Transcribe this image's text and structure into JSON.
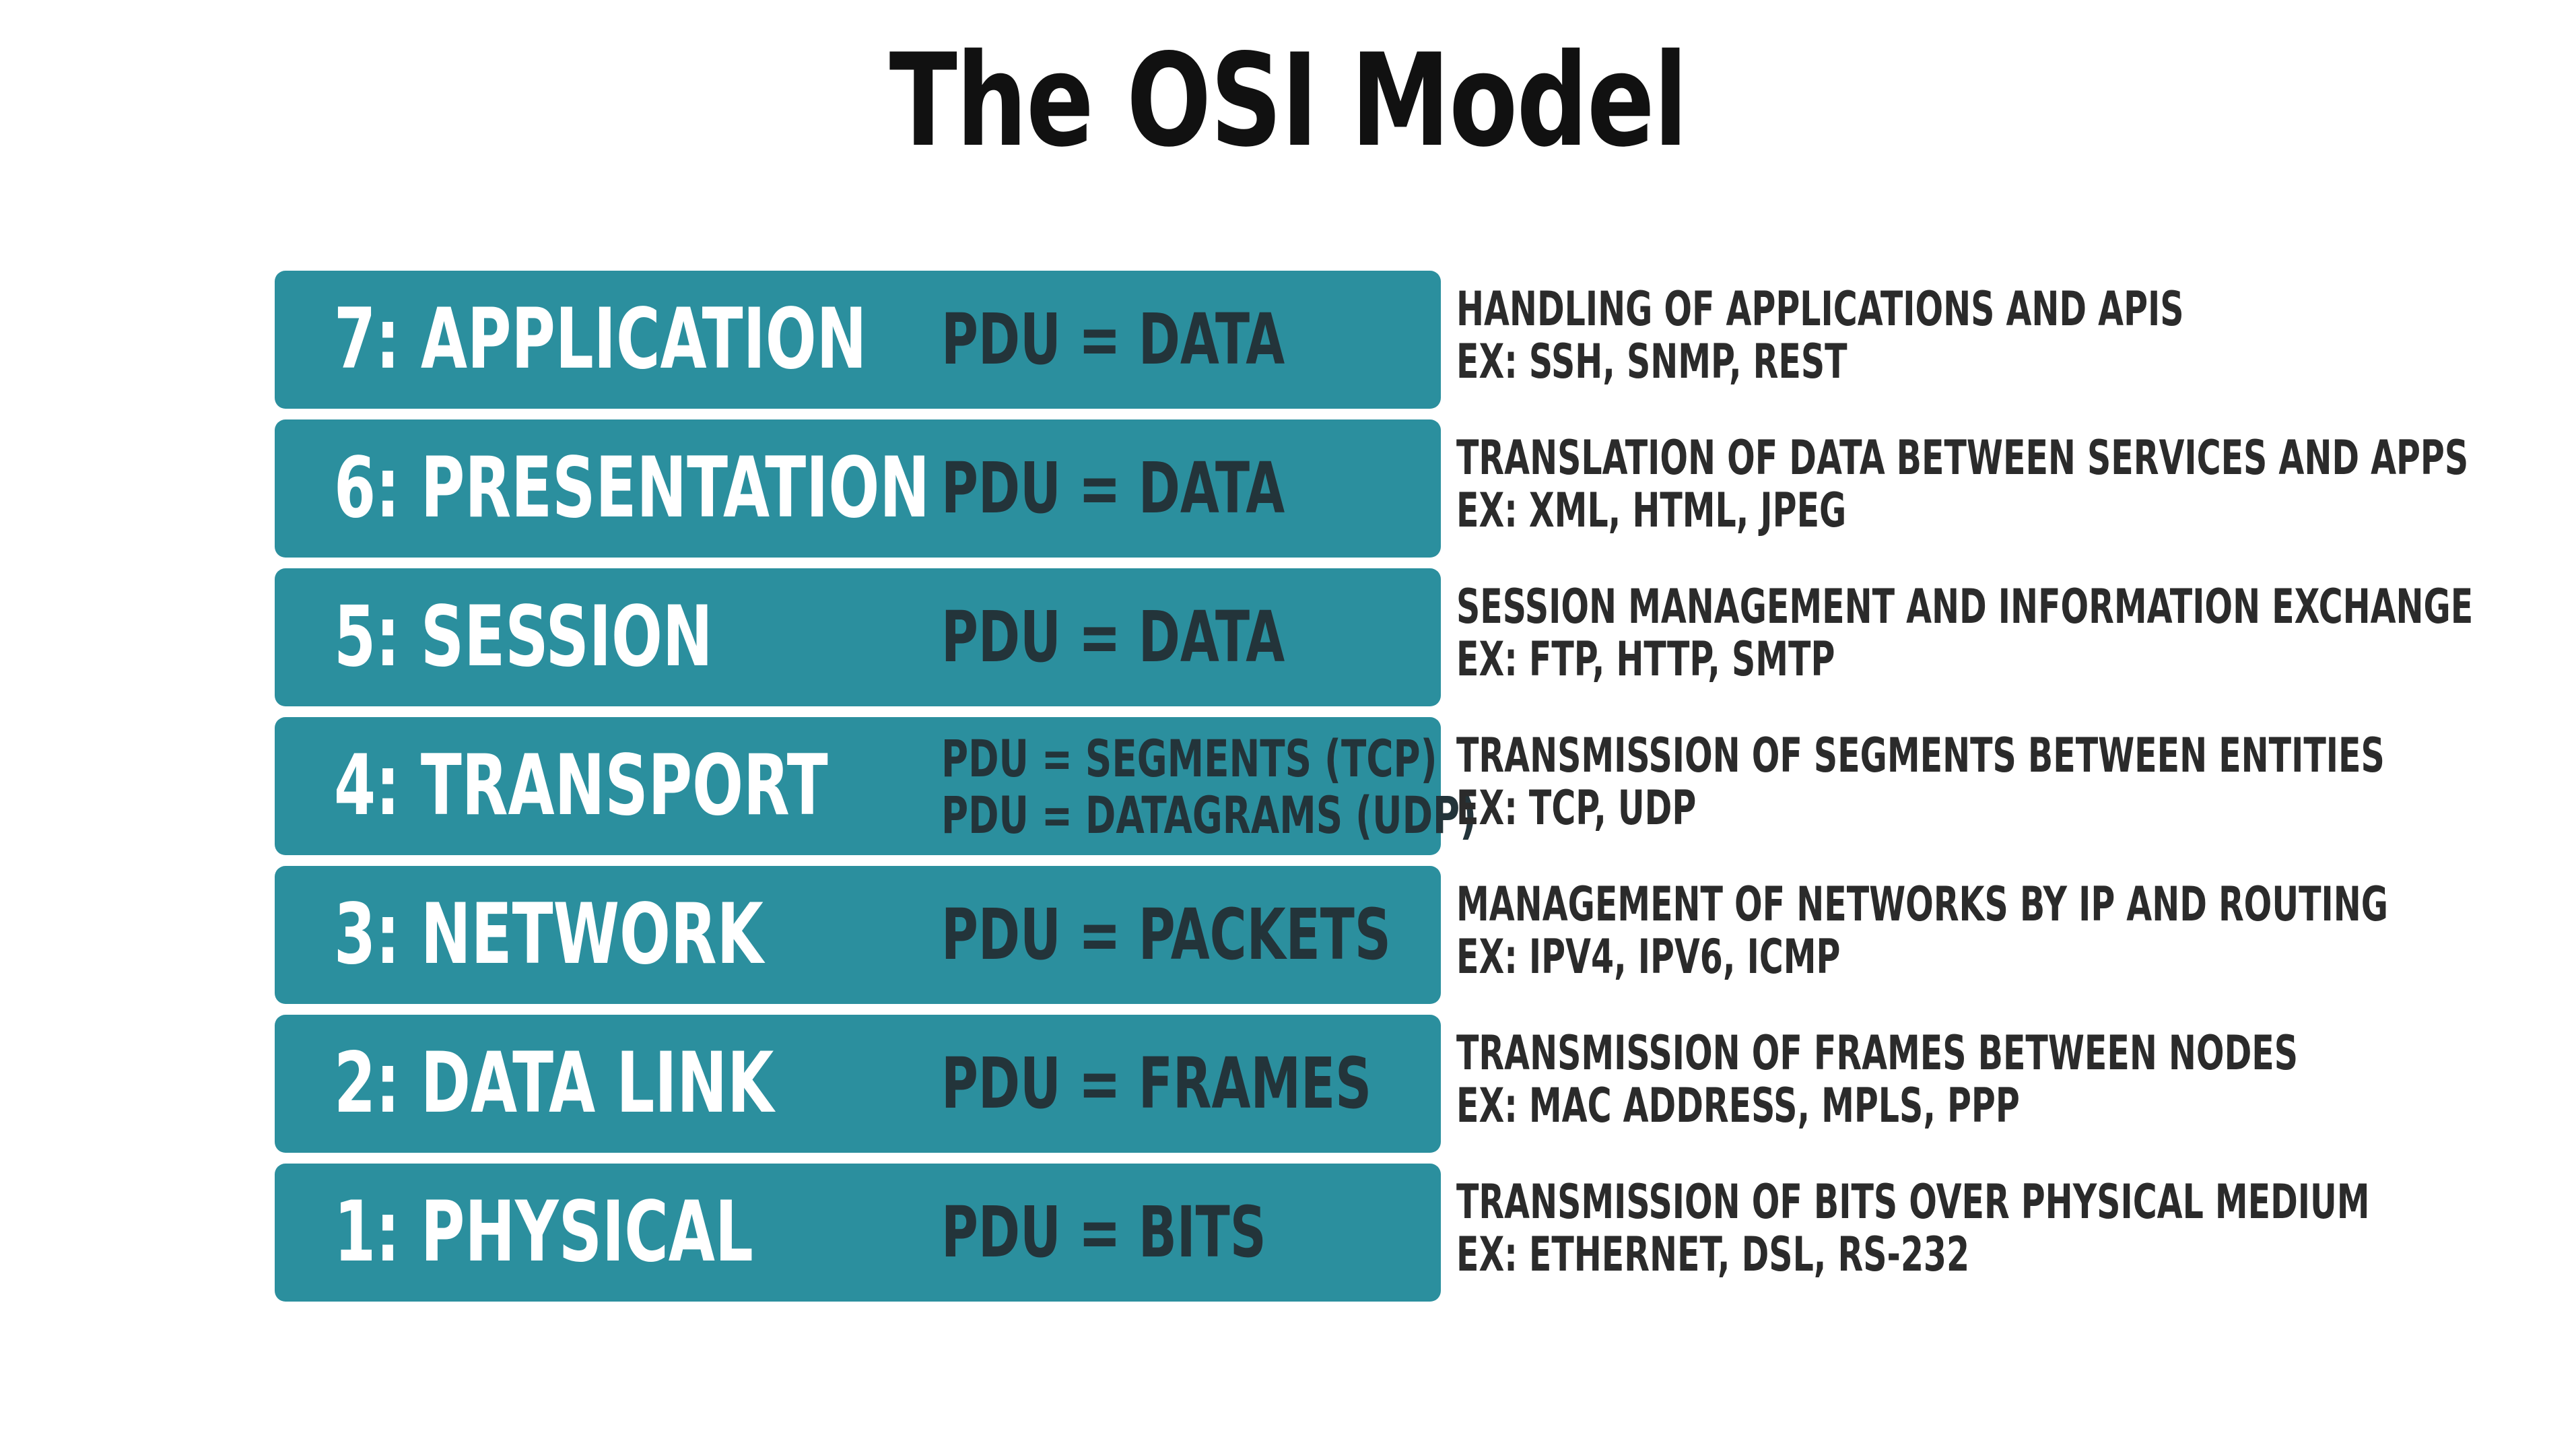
{
  "title": "The OSI Model",
  "colors": {
    "bar": "#2b8f9e",
    "layer_text": "#ffffff",
    "pdu_text": "#23343a",
    "desc_text": "#2b2b2b"
  },
  "layers": [
    {
      "name": "7: APPLICATION",
      "pdu": [
        "PDU = DATA"
      ],
      "description": "HANDLING OF APPLICATIONS AND APIS",
      "examples": "EX: SSH, SNMP, REST"
    },
    {
      "name": "6: PRESENTATION",
      "pdu": [
        "PDU = DATA"
      ],
      "description": "TRANSLATION OF DATA BETWEEN SERVICES AND APPS",
      "examples": "EX: XML, HTML, JPEG"
    },
    {
      "name": "5: SESSION",
      "pdu": [
        "PDU = DATA"
      ],
      "description": "SESSION MANAGEMENT AND INFORMATION EXCHANGE",
      "examples": "EX: FTP, HTTP, SMTP"
    },
    {
      "name": "4: TRANSPORT",
      "pdu": [
        "PDU = SEGMENTS (TCP)",
        "PDU = DATAGRAMS (UDP)"
      ],
      "description": "TRANSMISSION OF SEGMENTS BETWEEN ENTITIES",
      "examples": "EX: TCP, UDP"
    },
    {
      "name": "3: NETWORK",
      "pdu": [
        "PDU = PACKETS"
      ],
      "description": "MANAGEMENT OF NETWORKS BY IP AND ROUTING",
      "examples": "EX: IPV4, IPV6, ICMP"
    },
    {
      "name": "2: DATA LINK",
      "pdu": [
        "PDU = FRAMES"
      ],
      "description": "TRANSMISSION OF FRAMES BETWEEN NODES",
      "examples": "EX: MAC ADDRESS, MPLS, PPP"
    },
    {
      "name": "1: PHYSICAL",
      "pdu": [
        "PDU = BITS"
      ],
      "description": "TRANSMISSION OF BITS OVER PHYSICAL MEDIUM",
      "examples": "EX: ETHERNET, DSL, RS-232"
    }
  ]
}
